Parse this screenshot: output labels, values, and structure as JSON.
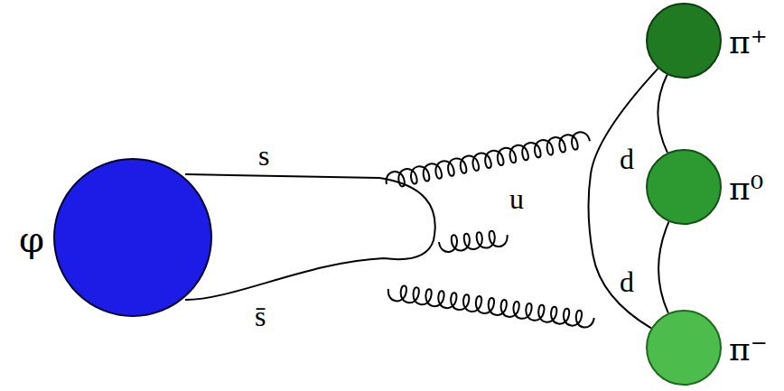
{
  "diagram": {
    "nodes": [
      {
        "text": [
          "φ"
        ]
      },
      {
        "text": [
          "π⁺"
        ]
      },
      {
        "text": [
          "π⁰"
        ]
      },
      {
        "text": [
          "π⁻"
        ]
      }
    ],
    "edges": [
      {
        "from": 1,
        "to": 3,
        "arrow": "none",
        "label": "u"
      },
      {
        "from": 1,
        "to": 2,
        "arrow": "none",
        "label": "d"
      },
      {
        "from": 2,
        "to": 3,
        "arrow": "none",
        "label": "d"
      }
    ],
    "labels": [
      "s",
      "s̄"
    ]
  }
}
